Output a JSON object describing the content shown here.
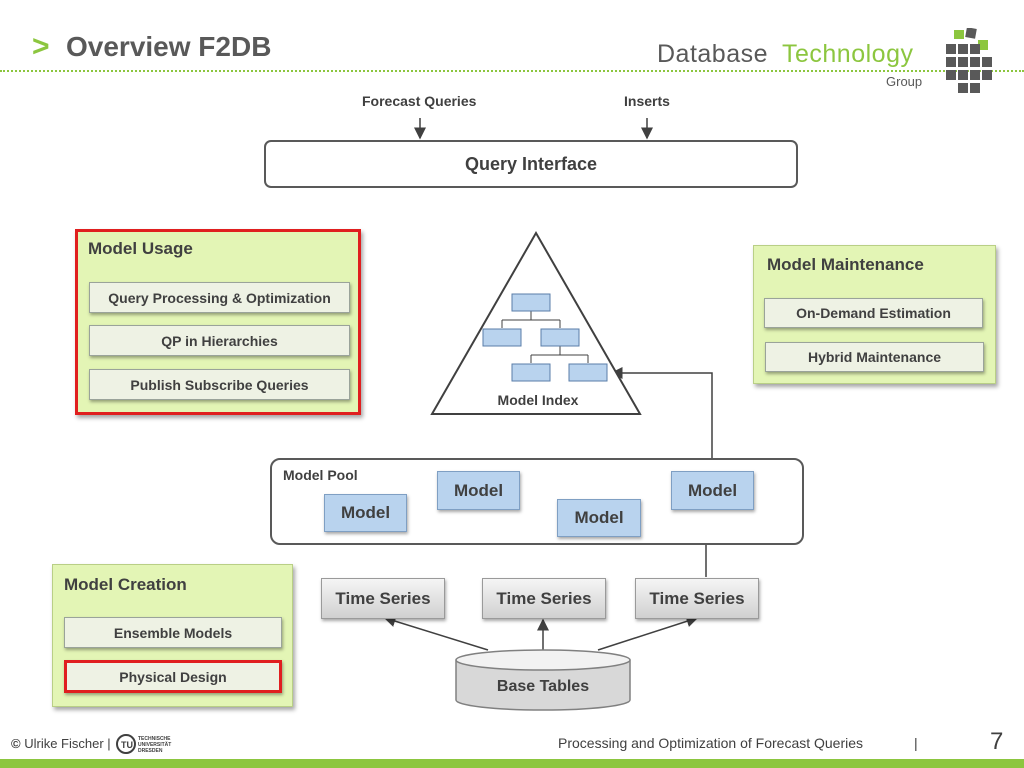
{
  "header": {
    "arrow": ">",
    "title": "Overview F2DB",
    "brand_part1": "Database",
    "brand_part2": "Technology",
    "brand_group": "Group",
    "logo_icon": "grid-cube-logo"
  },
  "top_inputs": {
    "left": "Forecast Queries",
    "right": "Inserts"
  },
  "query_interface": "Query Interface",
  "model_usage": {
    "title": "Model Usage",
    "items": [
      "Query Processing & Optimization",
      "QP in Hierarchies",
      "Publish Subscribe Queries"
    ]
  },
  "model_maintenance": {
    "title": "Model Maintenance",
    "items": [
      "On-Demand Estimation",
      "Hybrid Maintenance"
    ]
  },
  "model_creation": {
    "title": "Model Creation",
    "items": [
      "Ensemble Models",
      "Physical Design"
    ]
  },
  "model_index": "Model Index",
  "model_pool": {
    "title": "Model Pool",
    "models": [
      "Model",
      "Model",
      "Model",
      "Model"
    ]
  },
  "time_series": [
    "Time Series",
    "Time Series",
    "Time Series"
  ],
  "base_tables": "Base Tables",
  "footer": {
    "copyright_symbol": "©",
    "author": "Ulrike Fischer |",
    "university": "TECHNISCHE UNIVERSITÄT DRESDEN",
    "talk_title": "Processing and Optimization of Forecast Queries",
    "separator": "|",
    "page_number": "7"
  },
  "colors": {
    "accent_green": "#8cc63f",
    "panel_green": "#e3f5b5",
    "model_blue": "#b9d3ee",
    "highlight_red": "#e01f1f"
  }
}
